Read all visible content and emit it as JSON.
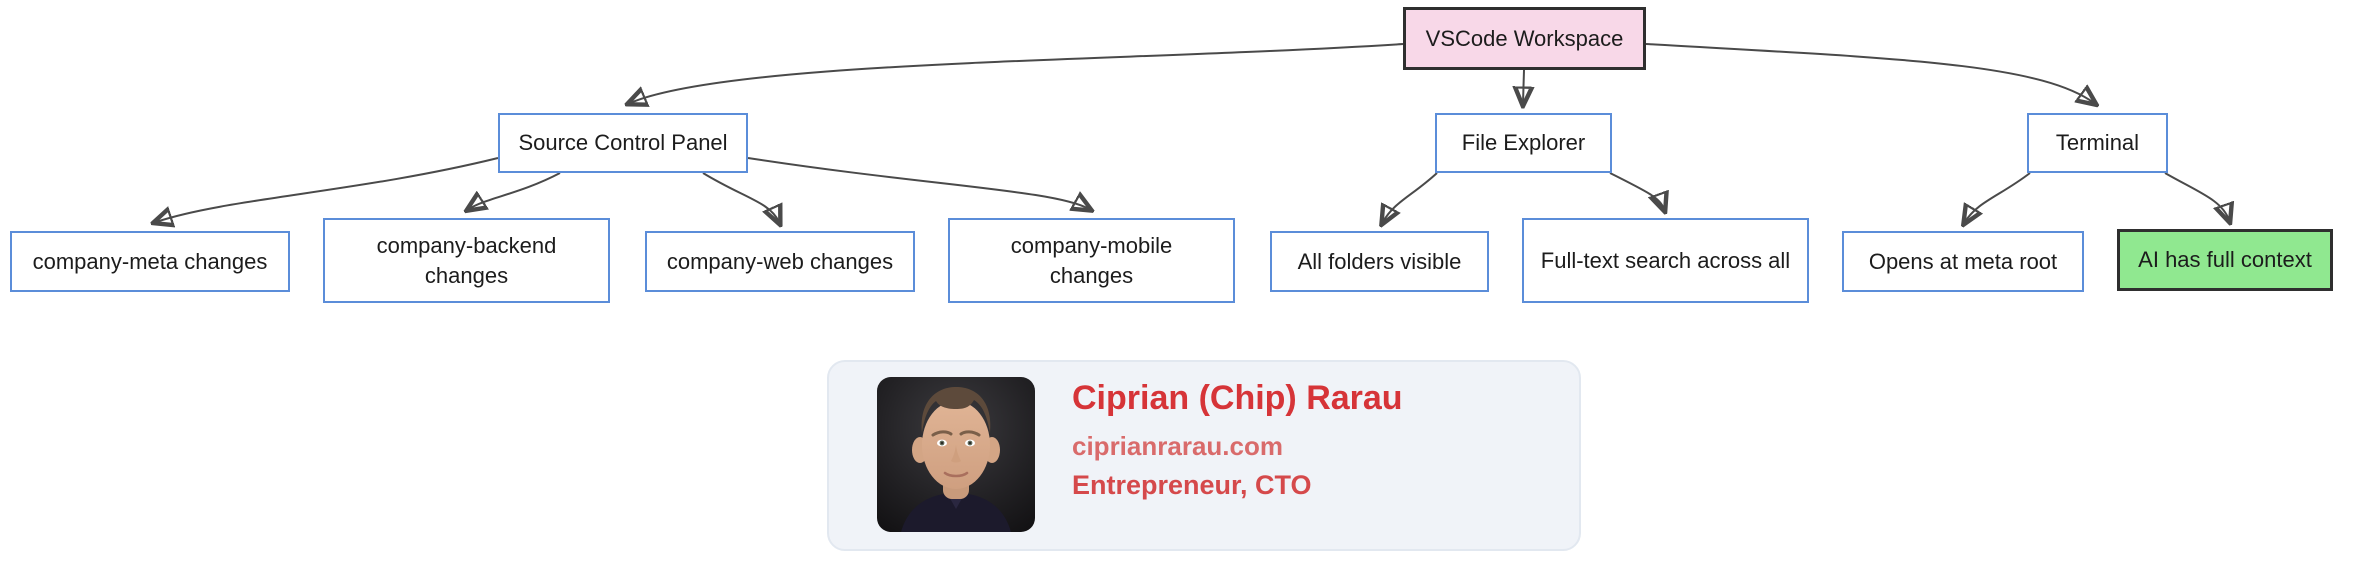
{
  "diagram": {
    "root": {
      "label": "VSCode Workspace"
    },
    "children": [
      {
        "label": "Source Control Panel",
        "children": [
          "company-meta changes",
          "company-backend changes",
          "company-web changes",
          "company-mobile changes"
        ]
      },
      {
        "label": "File Explorer",
        "children": [
          "All folders visible",
          "Full-text search across all"
        ]
      },
      {
        "label": "Terminal",
        "children": [
          "Opens at meta root",
          "AI has full context"
        ]
      }
    ],
    "colors": {
      "root_fill": "#f8d8e8",
      "highlight_fill": "#90e890",
      "node_border_blue": "#5b8dd9",
      "dark_border": "#2f2f2f",
      "edge": "#4a4a4a",
      "node_text": "#1c1c1c"
    }
  },
  "author_card": {
    "name": "Ciprian (Chip) Rarau",
    "website": "ciprianrarau.com",
    "role": "Entrepreneur, CTO",
    "avatar_alt": "headshot-photo-of-man",
    "colors": {
      "card_bg": "#f0f3f8",
      "name_red": "#d63438",
      "website_red": "#d96b6b",
      "role_red": "#d5494b"
    }
  }
}
